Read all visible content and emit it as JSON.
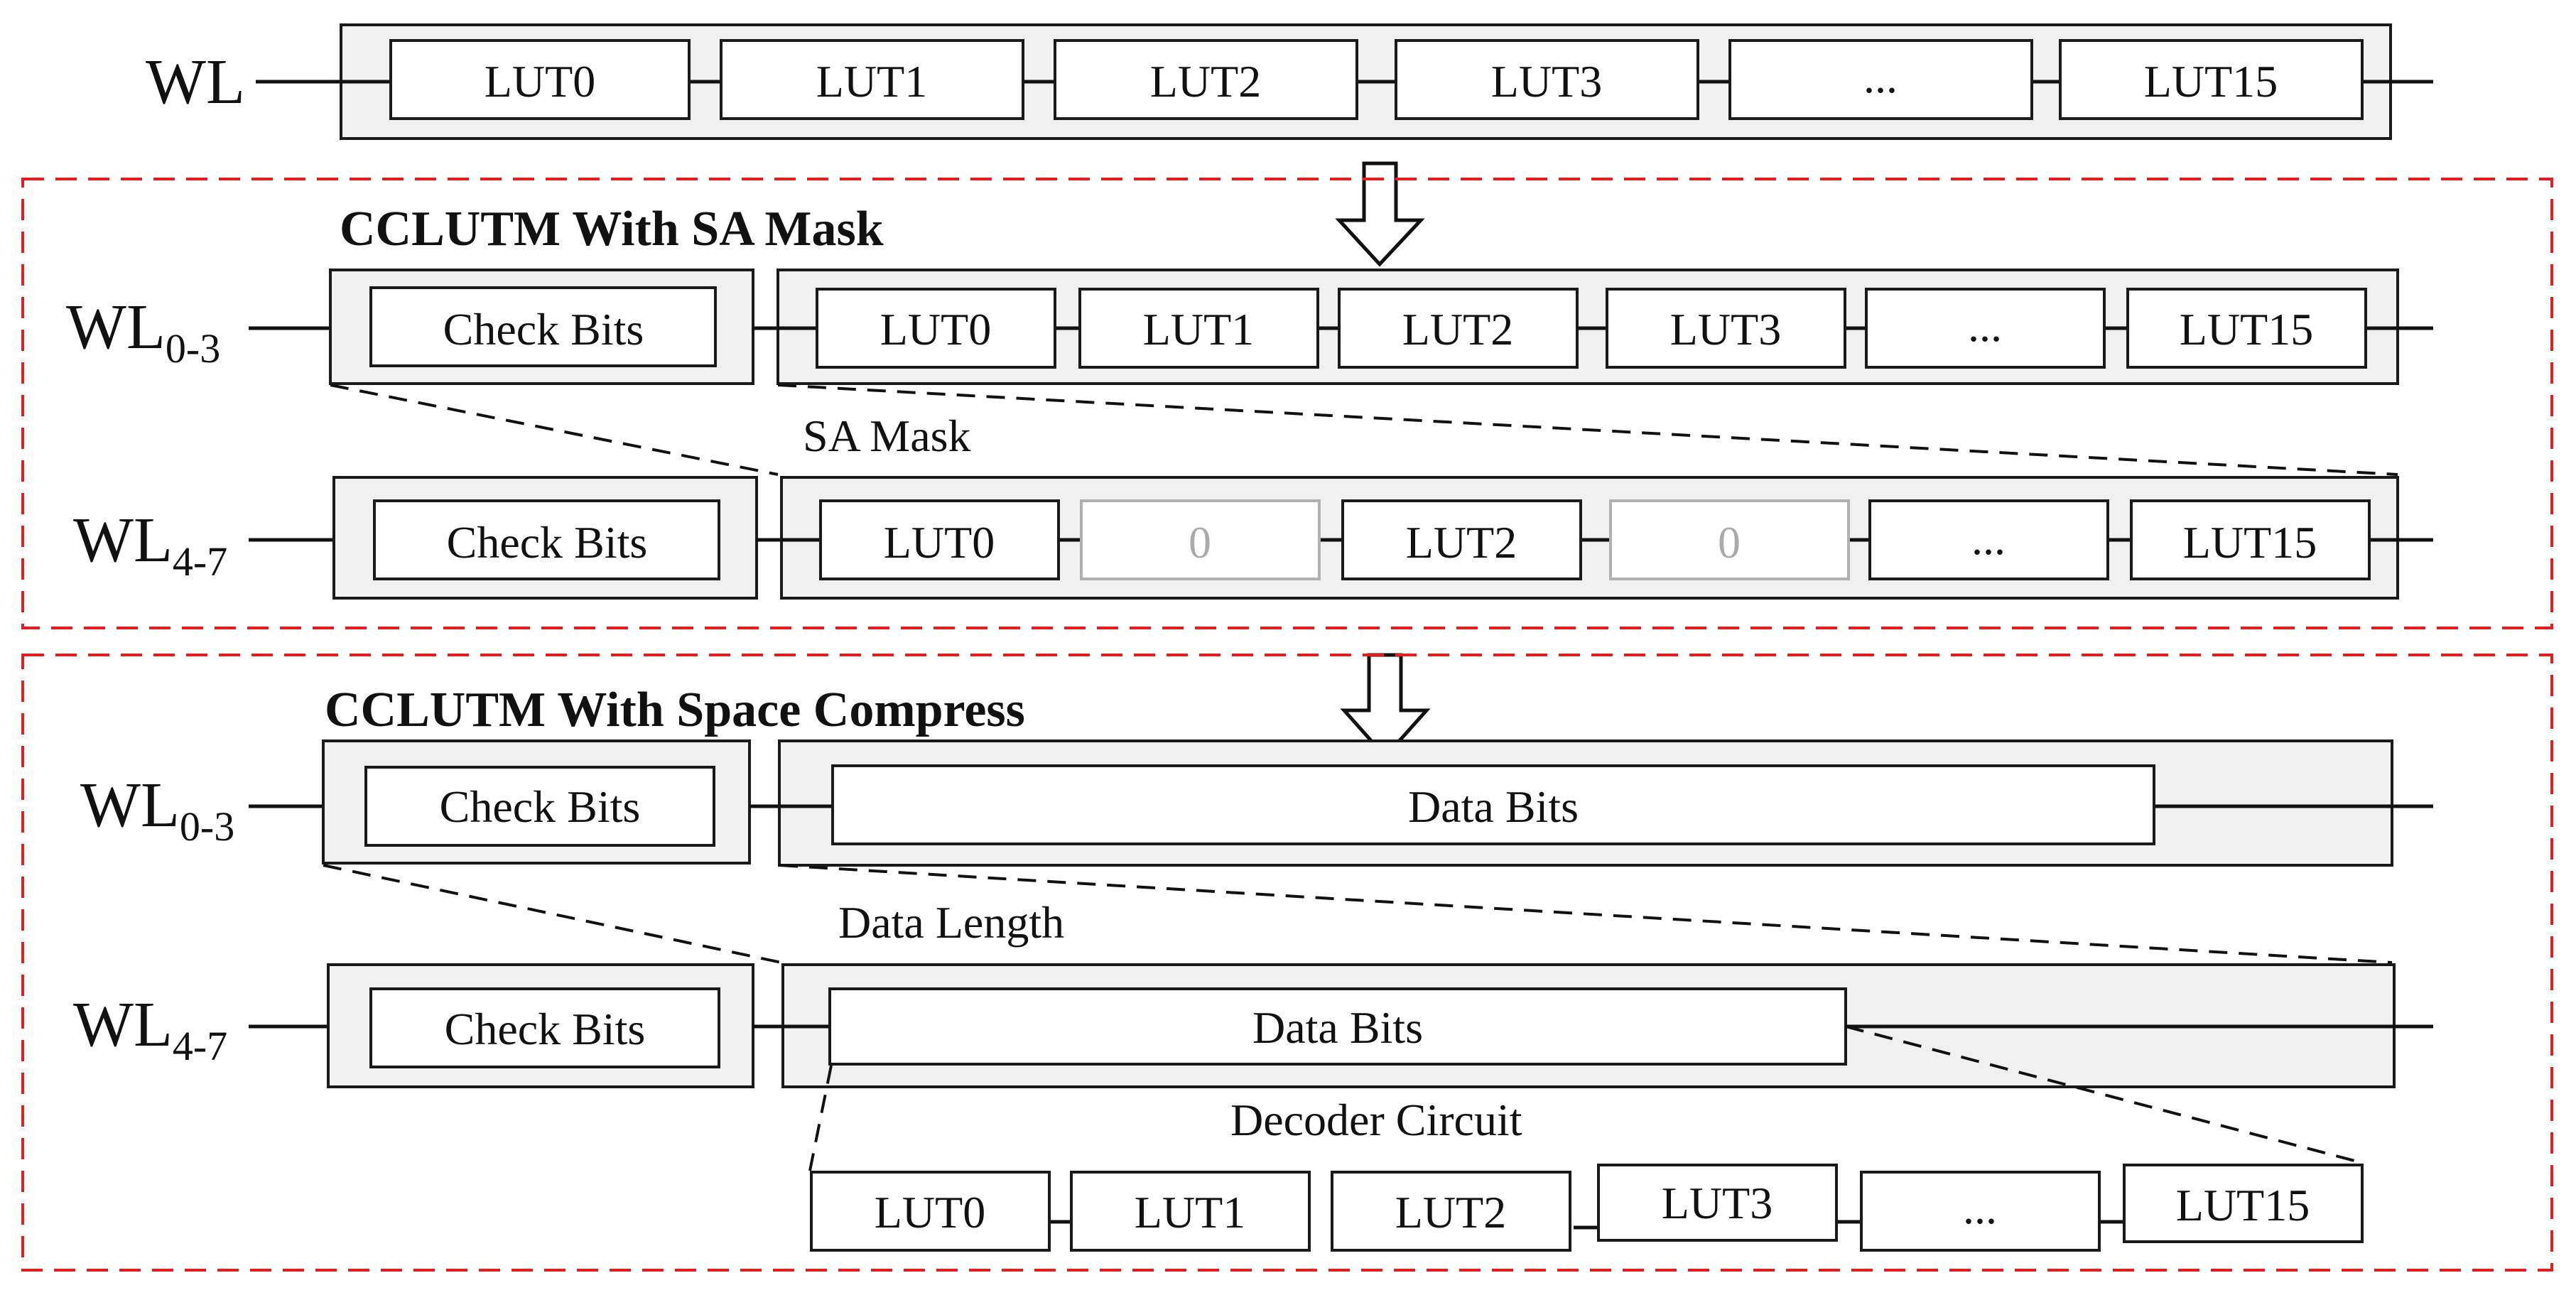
{
  "title": "",
  "colors": {
    "panel_fill": "#f0f0f0",
    "frame": "#e02020",
    "masked": "#aaaaaa"
  },
  "top": {
    "wl_label": "WL",
    "cells": [
      "LUT0",
      "LUT1",
      "LUT2",
      "LUT3",
      "...",
      "LUT15"
    ]
  },
  "section1": {
    "heading": "CCLUTM With SA Mask",
    "row_a": {
      "wl_main": "WL",
      "wl_sub": "0-3",
      "check": "Check Bits",
      "cells": [
        "LUT0",
        "LUT1",
        "LUT2",
        "LUT3",
        "...",
        "LUT15"
      ]
    },
    "mask_label": "SA  Mask",
    "row_b": {
      "wl_main": "WL",
      "wl_sub": "4-7",
      "check": "Check Bits",
      "cells": [
        "LUT0",
        "0",
        "LUT2",
        "0",
        "...",
        "LUT15"
      ],
      "masked": [
        false,
        true,
        false,
        true,
        false,
        false
      ]
    }
  },
  "section2": {
    "heading": "CCLUTM  With Space Compress",
    "row_a": {
      "wl_main": "WL",
      "wl_sub": "0-3",
      "check": "Check Bits",
      "data": "Data Bits"
    },
    "length_label": "Data Length",
    "row_b": {
      "wl_main": "WL",
      "wl_sub": "4-7",
      "check": "Check Bits",
      "data": "Data Bits"
    },
    "decoder_label": "Decoder Circuit",
    "decoded_cells": [
      "LUT0",
      "LUT1",
      "LUT2",
      "LUT3",
      "...",
      "LUT15"
    ]
  }
}
